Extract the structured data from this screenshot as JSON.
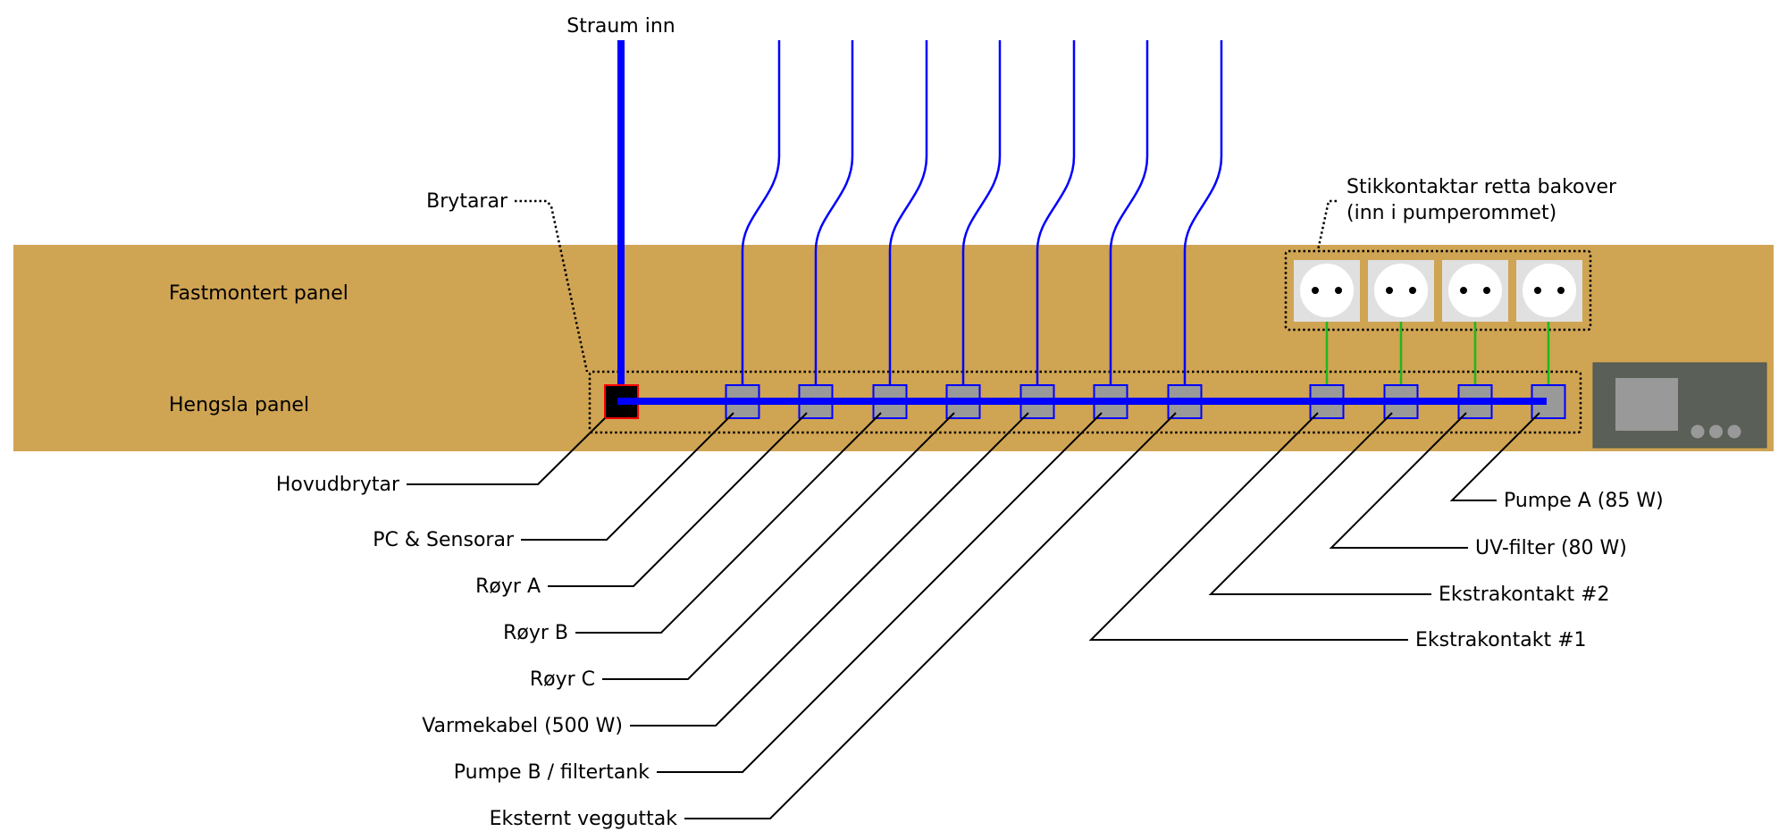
{
  "title_labels": {
    "power_in": "Straum inn",
    "switches_group": "Brytarar",
    "outlets_group_line1": "Stikkontaktar retta bakover",
    "outlets_group_line2": "(inn i pumperommet)",
    "fixed_panel": "Fastmontert panel",
    "hinged_panel": "Hengsla panel"
  },
  "colors": {
    "panel": "#CFA453",
    "cable": "#0000FF",
    "outlet_link": "#1DB81D",
    "switch_fill": "#999999",
    "main_switch_fill": "#000000",
    "main_switch_border": "#FF0000",
    "outlet_plate": "#E0E0E0",
    "control_unit": "#5A5F58",
    "control_unit_detail": "#999999"
  },
  "main_switch": {
    "label": "Hovudbrytar"
  },
  "switches": [
    {
      "label": "PC & Sensorar",
      "feed": "cable"
    },
    {
      "label": "Røyr A",
      "feed": "cable"
    },
    {
      "label": "Røyr B",
      "feed": "cable"
    },
    {
      "label": "Røyr C",
      "feed": "cable"
    },
    {
      "label": "Varmekabel (500 W)",
      "feed": "cable"
    },
    {
      "label": "Pumpe B / filtertank",
      "feed": "cable"
    },
    {
      "label": "Eksternt vegguttak",
      "feed": "cable"
    },
    {
      "label": "Ekstrakontakt #1",
      "feed": "outlet"
    },
    {
      "label": "Ekstrakontakt #2",
      "feed": "outlet"
    },
    {
      "label": "UV-filter (80 W)",
      "feed": "outlet"
    },
    {
      "label": "Pumpe A (85 W)",
      "feed": "outlet"
    }
  ],
  "outlets_count": 4,
  "control_unit": {
    "indicator_count": 3
  }
}
